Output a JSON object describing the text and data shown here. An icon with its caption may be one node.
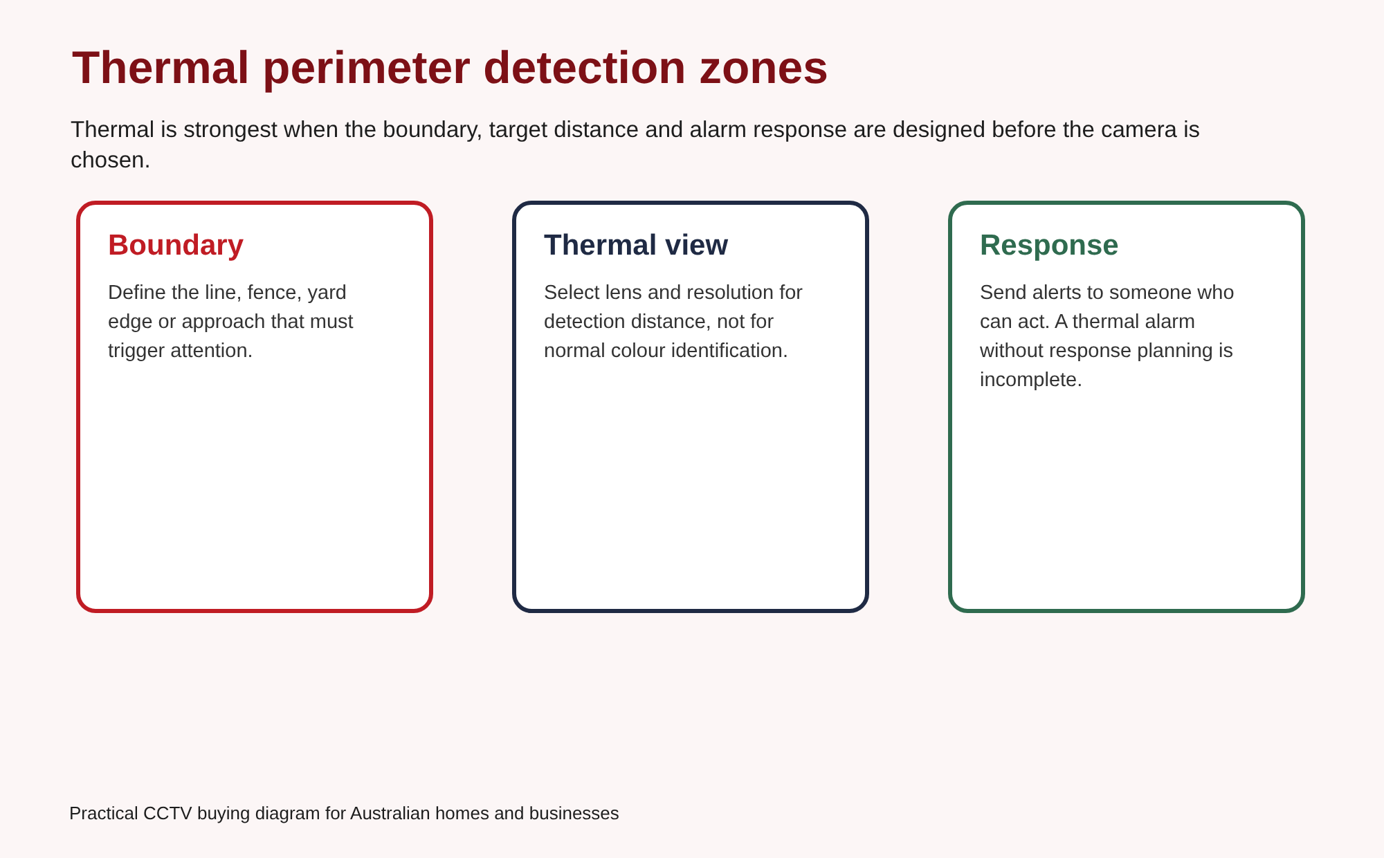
{
  "diagram": {
    "title": "Thermal perimeter detection zones",
    "caption": "Practical CCTV buying diagram for Australian homes and businesses",
    "labels": [
      "Thermal is strongest when the boundary, target distance and alarm response are designed before the camera is chosen."
    ],
    "nodes": [
      {
        "text": [
          "Boundary",
          "Define the line, fence, yard edge or approach that must trigger attention."
        ]
      },
      {
        "text": [
          "Thermal view",
          "Select lens and resolution for detection distance, not for normal colour identification."
        ]
      },
      {
        "text": [
          "Response",
          "Send alerts to someone who can act. A thermal alarm without response planning is incomplete."
        ]
      }
    ]
  }
}
